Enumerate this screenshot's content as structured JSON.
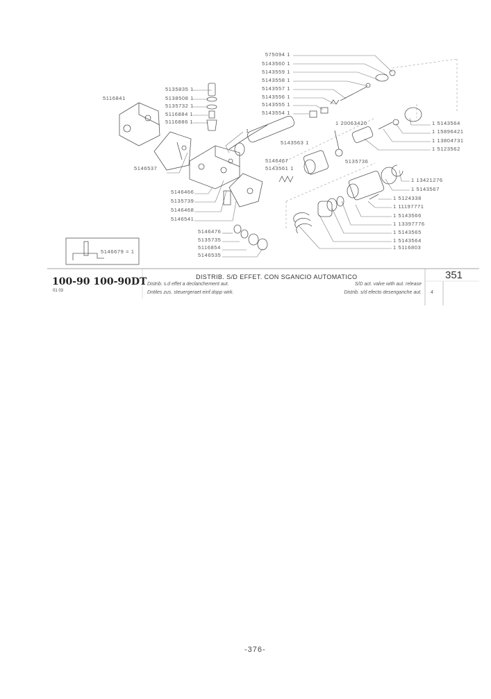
{
  "diagram": {
    "top_column": [
      "575094 1",
      "5143560 1",
      "5143559 1",
      "5143558 1",
      "5143557 1",
      "5143556 1",
      "5143555 1",
      "5143554 1"
    ],
    "left_body": "5116841",
    "left_stack": [
      "5135835 1",
      "5138508 1",
      "5135732 1",
      "5116884 1",
      "5116886 1"
    ],
    "assembly_ref": "1",
    "cover": "5146537",
    "mid_labels": [
      "5146467",
      "5143561 1"
    ],
    "spool_ref": "5143563 1",
    "pin": "1 20063420",
    "ring": "5135736",
    "right_upper": [
      "1 5143564",
      "1 15896421",
      "1 13804731",
      "1 5123562"
    ],
    "right_mid": [
      "1 13421276",
      "1 5143567"
    ],
    "right_lower": [
      "1 5124338",
      "1 11197771",
      "1 5143566",
      "1 13397776",
      "1 5143565",
      "1 5143564",
      "1 5116803"
    ],
    "left_lower": [
      "5146466",
      "5135739",
      "5146468",
      "5146541"
    ],
    "bottom_stack": [
      "5146476",
      "5135735",
      "5116854",
      "5146535"
    ],
    "inset": "5146679 = 1"
  },
  "footer": {
    "models": "100-90 100-90DT",
    "code": "01 03",
    "title": "DISTRIB. S/D EFFET. CON SGANCIO AUTOMATICO",
    "fr": "Distrib. s.d effet a declanchement aut.",
    "en": "S/D act. valve with aut. release",
    "de": "Dntiles zus. steuergeraet einf.dopp wirk.",
    "es": "Distrib. s/d efecto desenganche aut.",
    "plate": "351",
    "sheet": "4"
  },
  "page_number": "-376-"
}
